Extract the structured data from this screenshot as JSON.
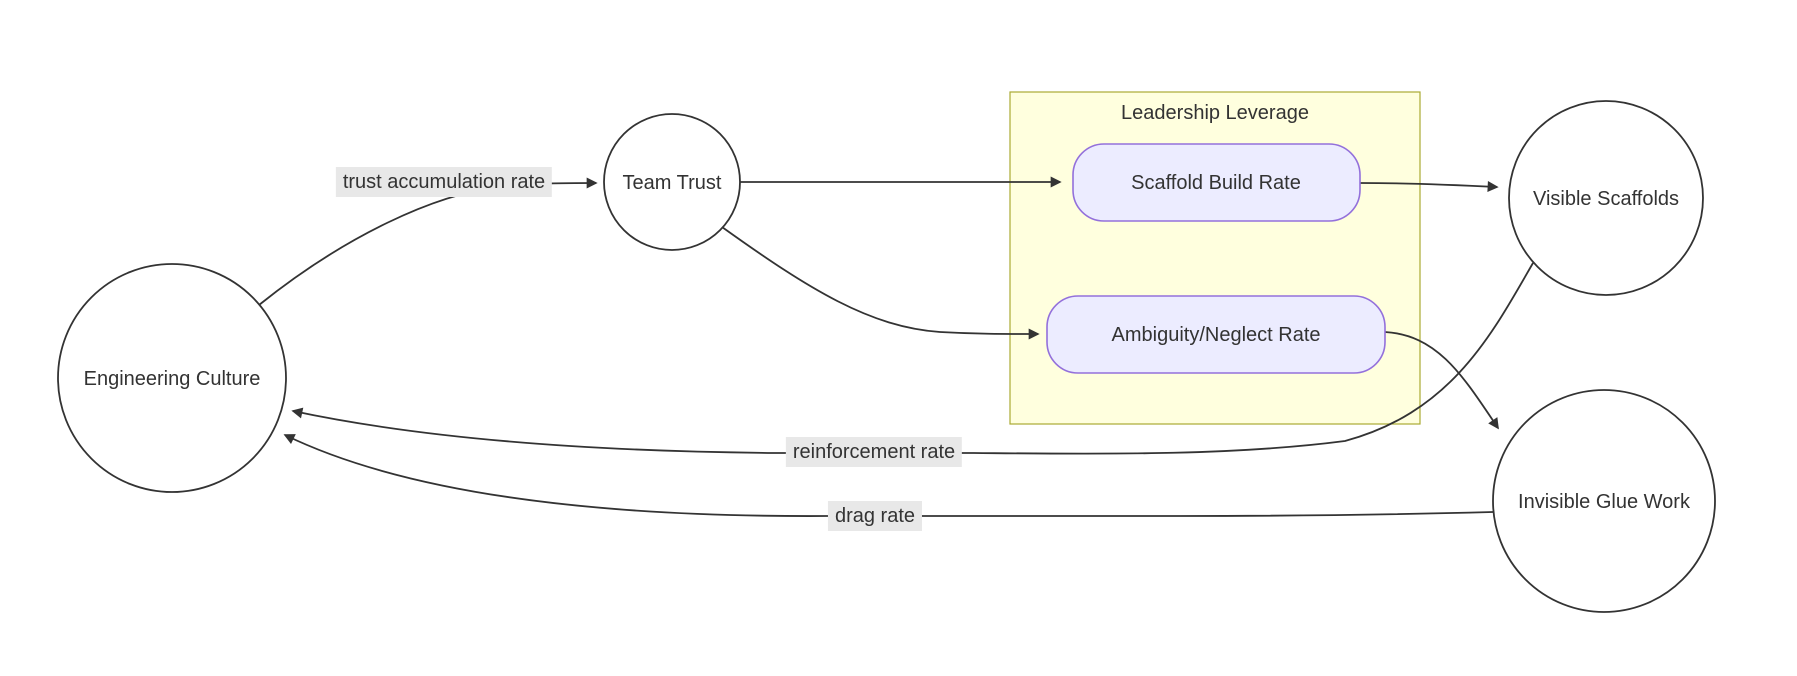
{
  "diagram": {
    "type": "flowchart",
    "cluster": {
      "title": "Leadership Leverage"
    },
    "nodes": {
      "engineering_culture": {
        "label": "Engineering Culture",
        "shape": "circle"
      },
      "team_trust": {
        "label": "Team Trust",
        "shape": "circle"
      },
      "scaffold_build_rate": {
        "label": "Scaffold Build Rate",
        "shape": "rounded-rect"
      },
      "ambiguity_neglect_rate": {
        "label": "Ambiguity/Neglect Rate",
        "shape": "rounded-rect"
      },
      "visible_scaffolds": {
        "label": "Visible Scaffolds",
        "shape": "circle"
      },
      "invisible_glue_work": {
        "label": "Invisible Glue Work",
        "shape": "circle"
      }
    },
    "edge_labels": {
      "trust_accumulation": "trust accumulation rate",
      "reinforcement": "reinforcement rate",
      "drag": "drag rate"
    },
    "edges": [
      {
        "from": "Engineering Culture",
        "to": "Team Trust",
        "label": "trust accumulation rate"
      },
      {
        "from": "Team Trust",
        "to": "Scaffold Build Rate",
        "label": ""
      },
      {
        "from": "Team Trust",
        "to": "Ambiguity/Neglect Rate",
        "label": ""
      },
      {
        "from": "Scaffold Build Rate",
        "to": "Visible Scaffolds",
        "label": ""
      },
      {
        "from": "Ambiguity/Neglect Rate",
        "to": "Invisible Glue Work",
        "label": ""
      },
      {
        "from": "Visible Scaffolds",
        "to": "Engineering Culture",
        "label": "reinforcement rate"
      },
      {
        "from": "Invisible Glue Work",
        "to": "Engineering Culture",
        "label": "drag rate"
      }
    ],
    "colors": {
      "node_fill": "#ECECFF",
      "node_border": "#9370DB",
      "circle_fill": "#ffffff",
      "circle_border": "#333333",
      "cluster_fill": "#ffffde",
      "cluster_border": "#aaaa33",
      "edge": "#333333",
      "edge_label_bg": "#e8e8e8",
      "text": "#333333"
    }
  }
}
